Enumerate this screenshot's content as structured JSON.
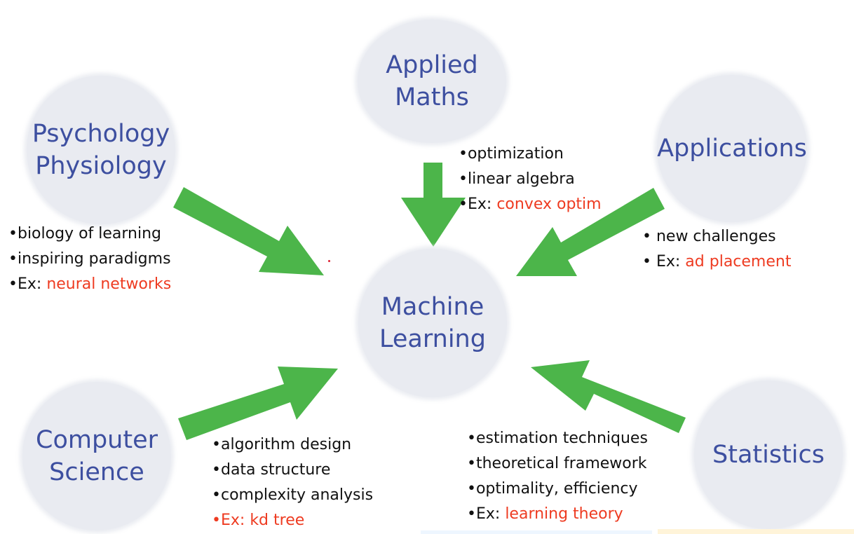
{
  "colors": {
    "node_fill": "#e9ebf1",
    "node_text": "#3d4fa0",
    "arrow": "#4cb54a",
    "bullet_text": "#111111",
    "example_highlight": "#ee3b21"
  },
  "center": {
    "lines": [
      "Machine",
      "Learning"
    ]
  },
  "nodes": {
    "applied_maths": {
      "lines": [
        "Applied",
        "Maths"
      ]
    },
    "psychology": {
      "lines": [
        "Psychology",
        "Physiology"
      ]
    },
    "applications": {
      "lines": [
        "Applications"
      ]
    },
    "computer_science": {
      "lines": [
        "Computer",
        "Science"
      ]
    },
    "statistics": {
      "lines": [
        "Statistics"
      ]
    }
  },
  "bullets": {
    "applied_maths": {
      "items": [
        "•optimization",
        "•linear algebra"
      ],
      "example_prefix": "•Ex: ",
      "example": "convex optim"
    },
    "psychology": {
      "items": [
        "•biology of learning",
        "•inspiring paradigms"
      ],
      "example_prefix": "•Ex: ",
      "example": "neural networks"
    },
    "applications": {
      "items": [
        "• new challenges"
      ],
      "example_prefix": "• Ex: ",
      "example": "ad placement"
    },
    "computer_science": {
      "items": [
        "•algorithm design",
        "•data structure",
        "•complexity analysis"
      ],
      "example_prefix": "•Ex: ",
      "example": "kd tree"
    },
    "statistics": {
      "items": [
        "•estimation techniques",
        "•theoretical framework",
        "•optimality, efficiency"
      ],
      "example_prefix": "•Ex: ",
      "example": "learning theory"
    }
  }
}
